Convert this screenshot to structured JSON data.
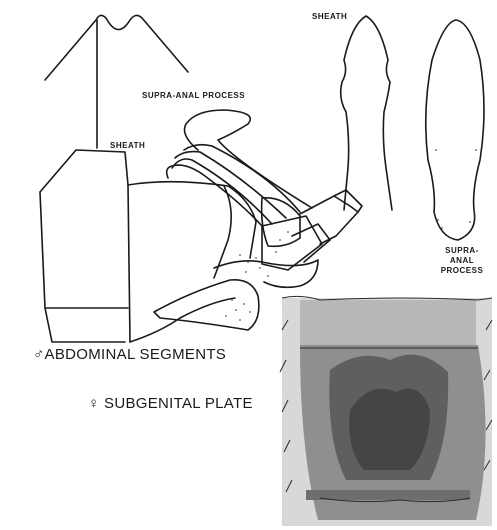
{
  "labels": {
    "sheath_top": "SHEATH",
    "supra_anal_process_side": "SUPRA-ANAL PROCESS",
    "sheath_side": "SHEATH",
    "supra_anal_process_bottom_line1": "SUPRA-",
    "supra_anal_process_bottom_line2": "ANAL",
    "supra_anal_process_bottom_line3": "PROCESS",
    "male_caption": "♂ABDOMINAL SEGMENTS",
    "female_caption": "♀ SUBGENITAL PLATE"
  },
  "colors": {
    "ink": "#1a1a1a",
    "paper": "#ffffff",
    "shading": "#5a5a5a"
  }
}
